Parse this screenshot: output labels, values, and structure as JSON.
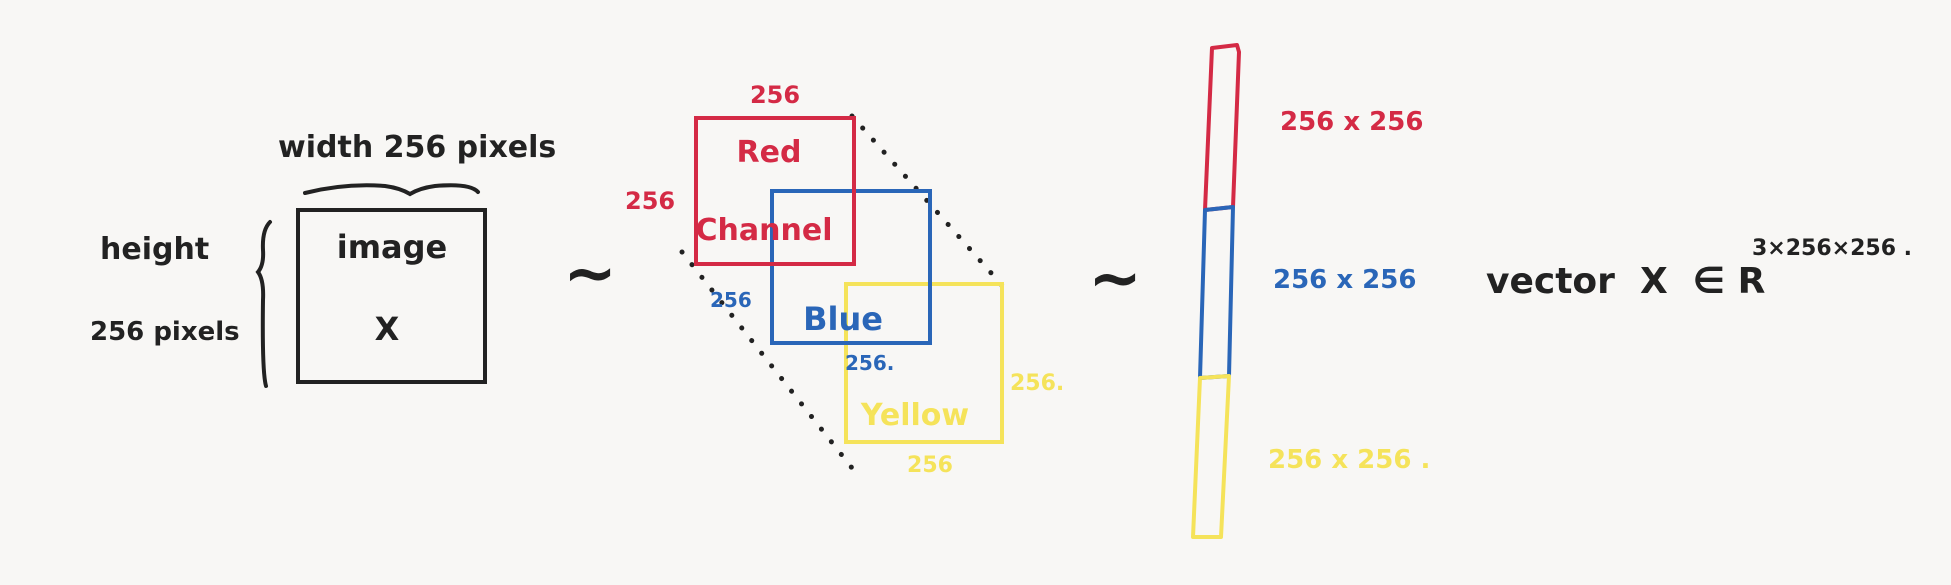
{
  "colors": {
    "ink": "#222222",
    "red": "#d42a45",
    "blue": "#2a66b8",
    "yellow": "#f5e35a",
    "background": "#f8f7f5"
  },
  "image_block": {
    "width_label": "width 256 pixels",
    "height_label_line1": "height",
    "height_label_line2": "256 pixels",
    "box_title": "image",
    "box_symbol": "X"
  },
  "equivalence_symbol": "~",
  "channels": {
    "red": {
      "label_line1": "Red",
      "label_line2": "Channel",
      "top_dim": "256",
      "side_dim": "256"
    },
    "blue": {
      "label": "Blue",
      "side_dim": "256",
      "bottom_dim": "256."
    },
    "yellow": {
      "label": "Yellow",
      "side_dim": "256.",
      "bottom_dim": "256"
    }
  },
  "vector": {
    "segments": [
      {
        "label": "256 x 256",
        "color": "red"
      },
      {
        "label": "256 x 256",
        "color": "blue"
      },
      {
        "label": "256 x 256 .",
        "color": "yellow"
      }
    ],
    "expression": "vector  X  ∈ R",
    "exponent": "3×256×256 ."
  }
}
